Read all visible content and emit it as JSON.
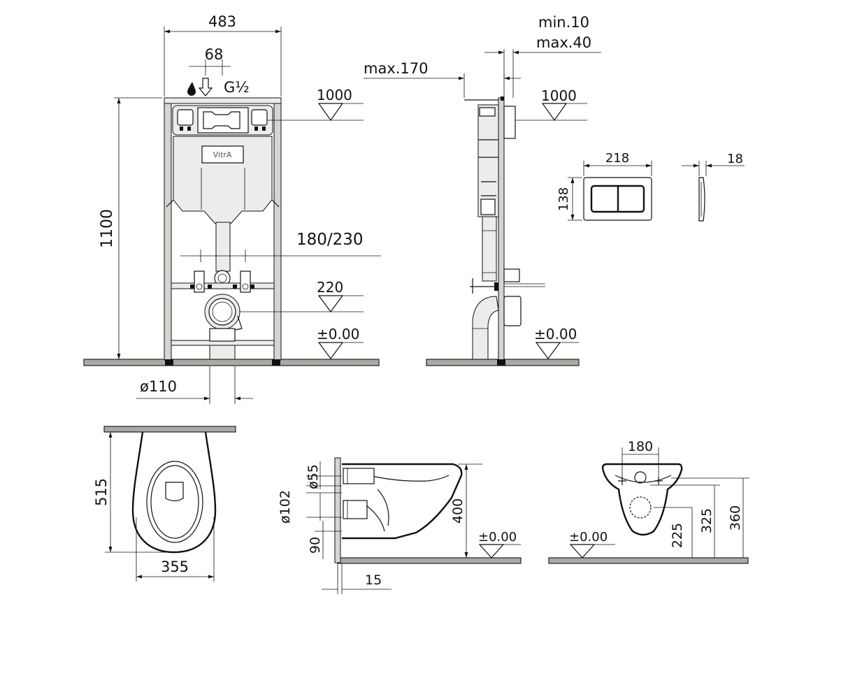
{
  "brand": "VitrA",
  "frame_front": {
    "width": "483",
    "flush_offset": "68",
    "water_inlet": "G½",
    "height": "1100",
    "button_height": "1000",
    "connection_spacing": "180/230",
    "connection_height": "220",
    "floor_level": "±0.00",
    "drain_diameter": "ø110"
  },
  "frame_side": {
    "wall_min": "min.10",
    "wall_max": "max.40",
    "depth_max": "max.170",
    "button_height": "1000",
    "floor_level": "±0.00"
  },
  "flush_plate": {
    "width": "218",
    "height": "138",
    "depth": "18"
  },
  "bowl_top": {
    "length": "515",
    "width": "355"
  },
  "bowl_side": {
    "inlet_diameter": "ø55",
    "outlet_diameter": "ø102",
    "outlet_height": "90",
    "wall_gap": "15",
    "rim_height": "400",
    "floor_level": "±0.00"
  },
  "bowl_back": {
    "bolt_spacing": "180",
    "outlet_height": "225",
    "inlet_height": "325",
    "bolt_height": "360",
    "floor_level": "±0.00"
  }
}
